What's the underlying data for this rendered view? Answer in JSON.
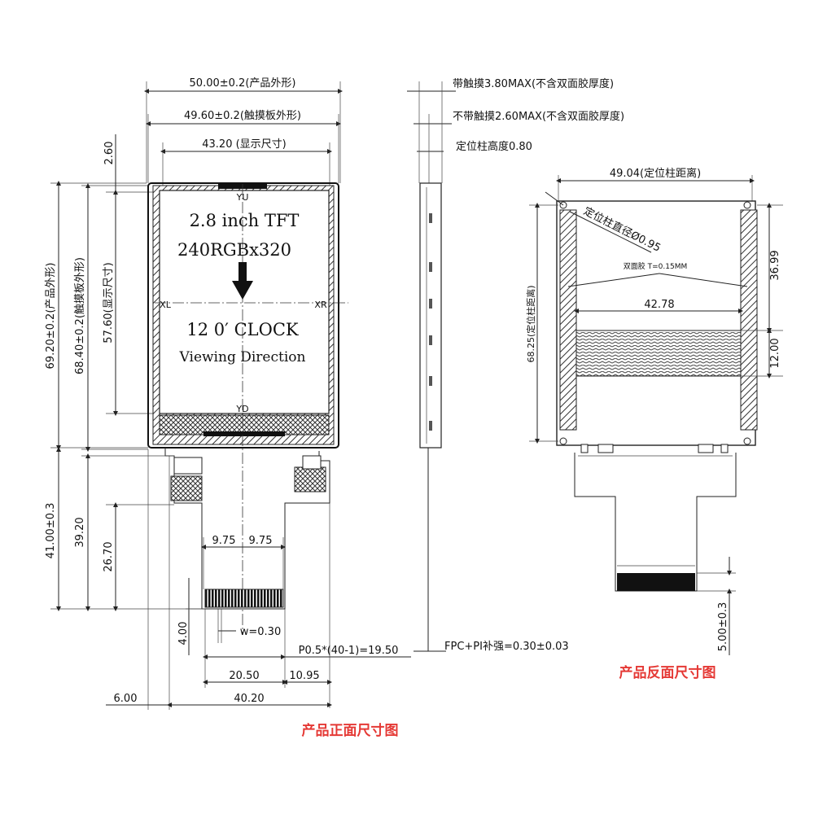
{
  "front": {
    "dim_product_width": "50.00±0.2(产品外形)",
    "dim_touch_width": "49.60±0.2(触摸板外形)",
    "dim_display_width": "43.20 (显示尺寸)",
    "dim_top_offset": "2.60",
    "dim_product_height": "69.20±0.2(产品外形)",
    "dim_touch_height": "68.40±0.2(触摸板外形)",
    "dim_display_height": "57.60(显示尺寸)",
    "dim_fpc_total": "41.00±0.3",
    "dim_fpc_39": "39.20",
    "dim_fpc_26": "26.70",
    "dim_fpc_4": "4.00",
    "dim_half_left": "9.75",
    "dim_half_right": "9.75",
    "dim_pin_width": "w=0.30",
    "dim_pitch": "P0.5*(40-1)=19.50",
    "dim_20_50": "20.50",
    "dim_10_95": "10.95",
    "dim_6_00": "6.00",
    "dim_40_20": "40.20",
    "screen_line1": "2.8 inch TFT",
    "screen_line2": "240RGBx320",
    "screen_line3": "12 0′ CLOCK",
    "screen_line4": "Viewing Direction",
    "label_yu": "YU",
    "label_yd": "YD",
    "label_xl": "XL",
    "label_xr": "XR",
    "caption": "产品正面尺寸图"
  },
  "side": {
    "touch_thickness": "带触摸3.80MAX(不含双面胶厚度)",
    "no_touch_thickness": "不带触摸2.60MAX(不含双面胶厚度)",
    "post_height": "定位柱高度0.80",
    "fpc_stiffener": "FPC+PI补强=0.30±0.03"
  },
  "back": {
    "dim_post_spacing": "49.04(定位柱距离)",
    "dim_post_diameter": "定位柱直径Ø0.95",
    "dim_tape": "双面胶  T=0.15MM",
    "dim_42_78": "42.78",
    "dim_36_99": "36.99",
    "dim_12_00": "12.00",
    "dim_post_vertical": "68.25(定位柱距离)",
    "dim_5_00": "5.00±0.3",
    "caption": "产品反面尺寸图"
  }
}
